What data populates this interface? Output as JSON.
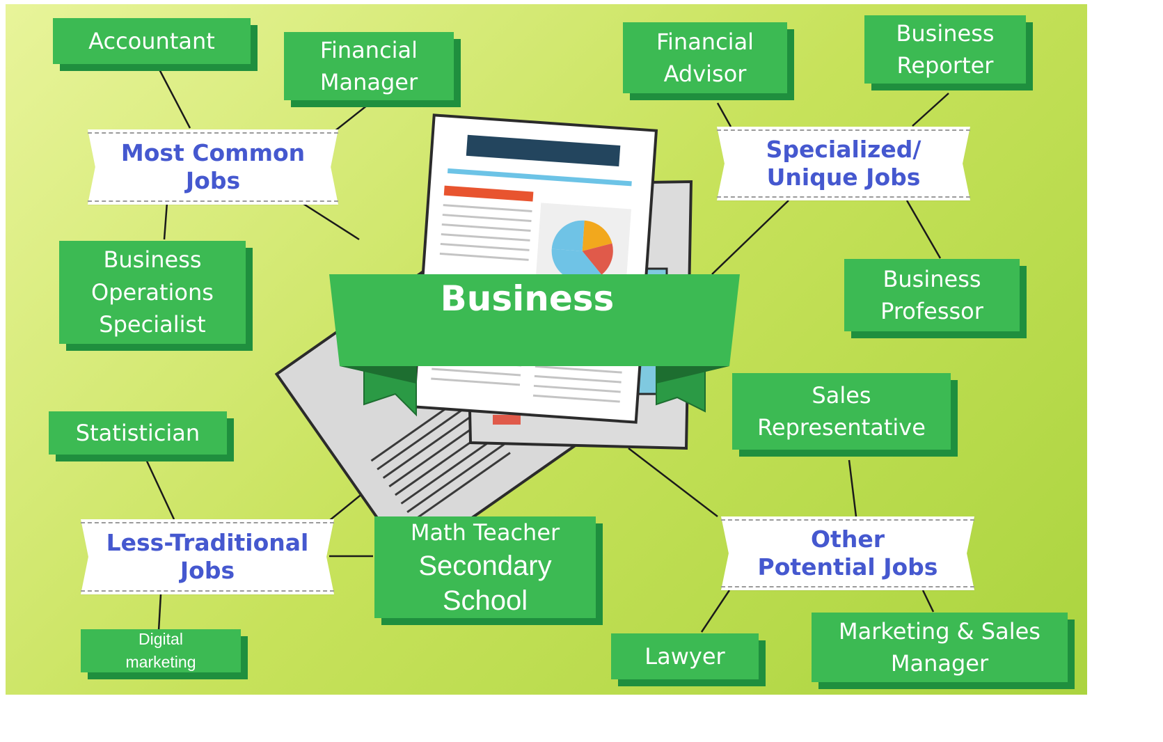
{
  "center": {
    "title": "Business"
  },
  "categories": {
    "most_common": "Most Common\nJobs",
    "specialized": "Specialized/\nUnique Jobs",
    "less_traditional": "Less-Traditional\nJobs",
    "other_potential": "Other\nPotential Jobs"
  },
  "jobs": {
    "accountant": "Accountant",
    "financial_manager": "Financial\nManager",
    "business_operations_specialist": "Business\nOperations\nSpecialist",
    "financial_advisor": "Financial\nAdvisor",
    "business_reporter": "Business\nReporter",
    "business_professor": "Business\nProfessor",
    "statistician": "Statistician",
    "math_teacher": "Math Teacher",
    "math_teacher_note": "Secondary\nSchool",
    "digital_marketing": "Digital\nmarketing",
    "sales_representative": "Sales\nRepresentative",
    "lawyer": "Lawyer",
    "marketing_sales_manager": "Marketing & Sales\nManager"
  },
  "colors": {
    "background_light": "#e8f49a",
    "background_dark": "#abd43f",
    "job_box": "#3cba53",
    "job_box_shadow": "#1f8f3e",
    "category_text": "#4558cf",
    "banner": "#3cba53"
  }
}
